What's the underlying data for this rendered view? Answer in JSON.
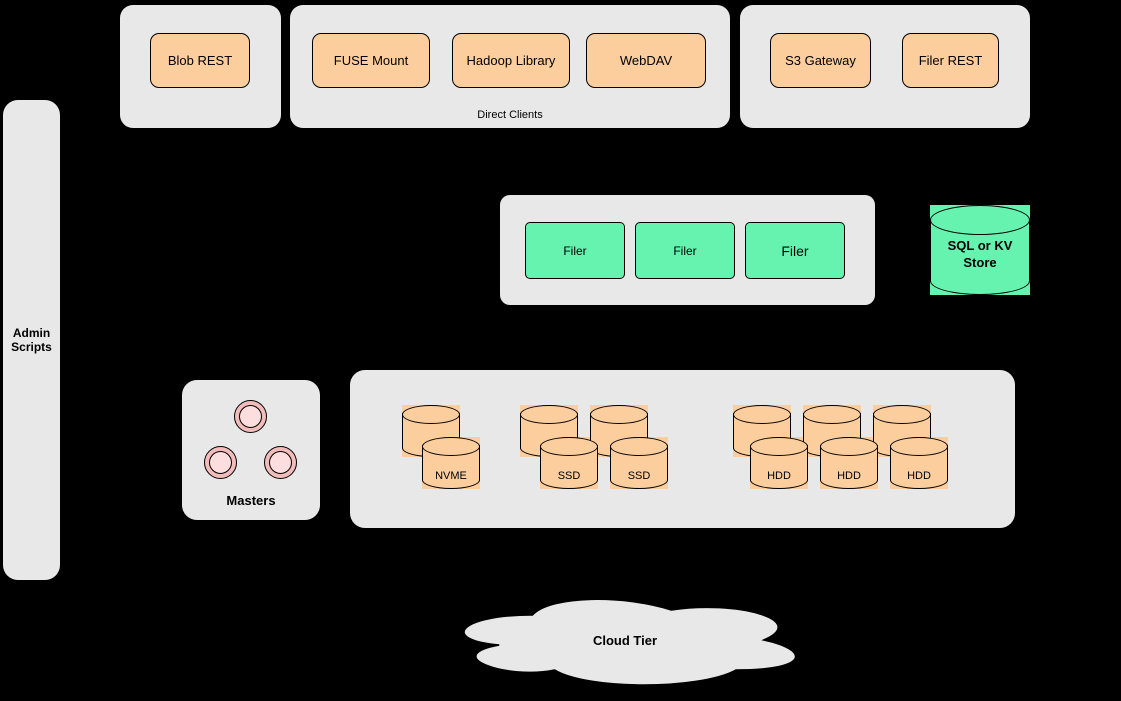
{
  "nodes": {
    "blob_rest": "Blob REST",
    "fuse_mount": "FUSE Mount",
    "hadoop_library": "Hadoop Library",
    "webdav": "WebDAV",
    "direct_clients": "Direct Clients",
    "s3_gateway": "S3 Gateway",
    "filer_rest": "Filer REST",
    "admin_scripts": "Admin Scripts",
    "filers": [
      "Filer",
      "Filer",
      "Filer"
    ],
    "sql_kv_store": "SQL or KV Store",
    "masters": "Masters",
    "nvme": "NVME",
    "ssd": [
      "SSD",
      "SSD"
    ],
    "hdd": [
      "HDD",
      "HDD",
      "HDD"
    ],
    "cloud_tier": "Cloud Tier"
  },
  "colors": {
    "background": "#000000",
    "container_fill": "#E8E8E8",
    "client_node_fill": "#FCCE9E",
    "filer_node_fill": "#66F2AF",
    "store_cylinder_fill": "#66F2AF",
    "drive_cylinder_fill": "#FCCE9E",
    "master_circle_outer_fill": "#F2BCBA",
    "master_circle_inner_fill": "#FBDEDD",
    "cloud_fill": "#E8E8E8",
    "node_border": "#000000"
  }
}
